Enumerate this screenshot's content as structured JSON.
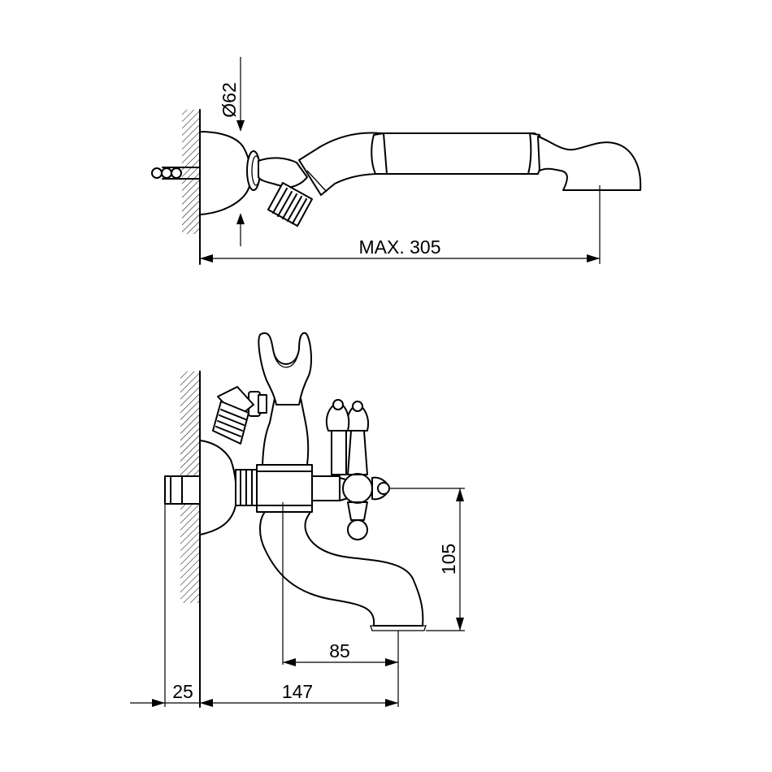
{
  "title": "",
  "dimensions": {
    "hand_shower_diameter": "Ø62",
    "hand_shower_max_length": "MAX. 305",
    "spout_height": "105",
    "spout_reach": "85",
    "wall_offset": "25",
    "total_projection": "147"
  },
  "colors": {
    "line": "#000000",
    "background": "#ffffff"
  }
}
